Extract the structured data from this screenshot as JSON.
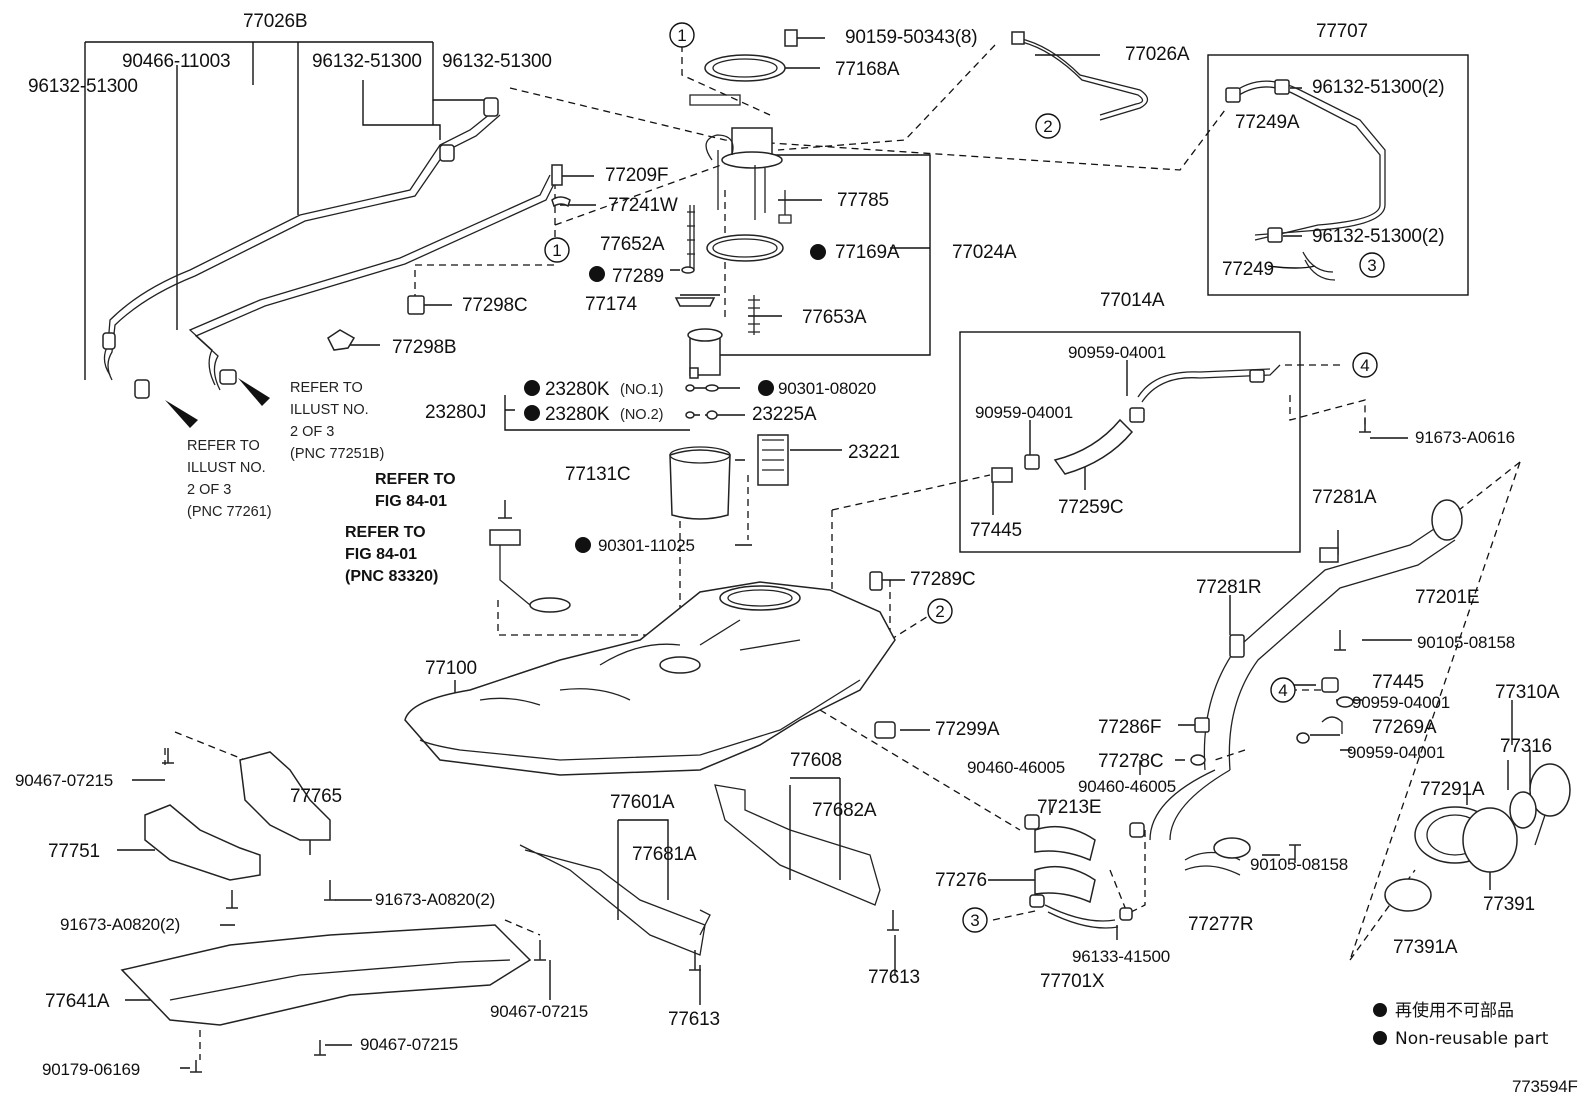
{
  "diagram_id": "773594F",
  "legend": {
    "line1": "再使用不可部品",
    "line2": "Non-reusable part"
  },
  "labels": {
    "p77026B": "77026B",
    "p90466_11003": "90466-11003",
    "p96132_51300_a": "96132-51300",
    "p96132_51300_b": "96132-51300",
    "p96132_51300_c": "96132-51300",
    "p90159": "90159-50343(8)",
    "p77168A": "77168A",
    "p77026A": "77026A",
    "p77707": "77707",
    "p96132_2a": "96132-51300(2)",
    "p77249A": "77249A",
    "p96132_2b": "96132-51300(2)",
    "p77249": "77249",
    "p77209F": "77209F",
    "p77241W": "77241W",
    "p77785": "77785",
    "p77652A": "77652A",
    "p77169A": "77169A",
    "p77024A": "77024A",
    "p77289": "77289",
    "p77174": "77174",
    "p77653A": "77653A",
    "p77298C": "77298C",
    "p77298B": "77298B",
    "p77014A": "77014A",
    "p90959_a": "90959-04001",
    "p90959_b": "90959-04001",
    "p91673_A0616": "91673-A0616",
    "p23280J": "23280J",
    "p23280K_1": "23280K",
    "no1": "(NO.1)",
    "p23280K_2": "23280K",
    "no2": "(NO.2)",
    "p90301_08020": "90301-08020",
    "p23225A": "23225A",
    "p23221": "23221",
    "p77131C": "77131C",
    "p90301_11025": "90301-11025",
    "p77445_a": "77445",
    "p77259C": "77259C",
    "p77281A": "77281A",
    "p77281R": "77281R",
    "p77201E": "77201E",
    "p90105_a": "90105-08158",
    "p77445_b": "77445",
    "p90959_c": "90959-04001",
    "p77269A": "77269A",
    "p90959_d": "90959-04001",
    "p77310A": "77310A",
    "p77316": "77316",
    "p77289C": "77289C",
    "p77100": "77100",
    "p77299A": "77299A",
    "p77286F": "77286F",
    "p90460_a": "90460-46005",
    "p77278C": "77278C",
    "p90460_b": "90460-46005",
    "p77213E": "77213E",
    "p77291A": "77291A",
    "p90105_b": "90105-08158",
    "p77391": "77391",
    "p77276": "77276",
    "p77277R": "77277R",
    "p96133": "96133-41500",
    "p77701X": "77701X",
    "p77391A": "77391A",
    "p77608": "77608",
    "p77682A": "77682A",
    "p77601A": "77601A",
    "p77681A": "77681A",
    "p77613_a": "77613",
    "p77613_b": "77613",
    "p90467_a": "90467-07215",
    "p77765": "77765",
    "p77751": "77751",
    "p91673_A0820_a": "91673-A0820(2)",
    "p91673_A0820_b": "91673-A0820(2)",
    "p77641A": "77641A",
    "p90467_b": "90467-07215",
    "p90467_c": "90467-07215",
    "p90179": "90179-06169"
  },
  "refs": {
    "r1_l1": "REFER TO",
    "r1_l2": "ILLUST NO.",
    "r1_l3": "2 OF 3",
    "r1_l4": "(PNC 77261)",
    "r2_l1": "REFER TO",
    "r2_l2": "ILLUST NO.",
    "r2_l3": "2 OF 3",
    "r2_l4": "(PNC 77251B)",
    "r3_l1": "REFER TO",
    "r3_l2": "FIG 84-01",
    "r4_l1": "REFER TO",
    "r4_l2": "FIG 84-01",
    "r4_l3": "(PNC 83320)"
  },
  "callouts": {
    "c1": "1",
    "c2": "2",
    "c3": "3",
    "c4": "4"
  }
}
